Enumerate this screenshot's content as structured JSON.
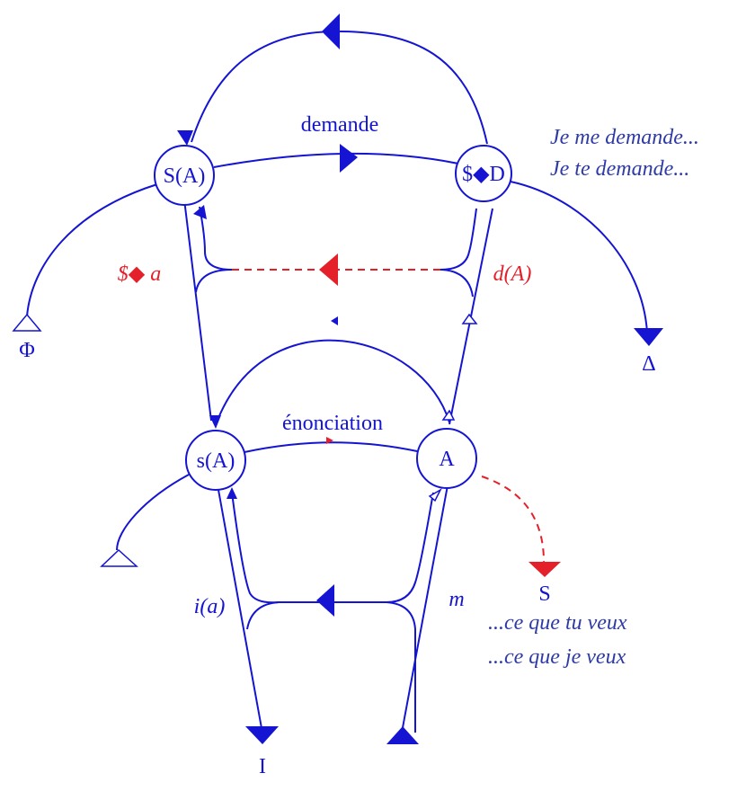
{
  "colors": {
    "blue": "#1414d2",
    "red": "#e4202a",
    "note_blue": "#2e3aa6"
  },
  "nodes": {
    "s_barred_a": "S(A)",
    "s_barred_d": "$◆D",
    "small_s_a": "s(A)",
    "a": "A"
  },
  "labels": {
    "demande": "demande",
    "enonciation": "énonciation",
    "fantasme": "$◆ a",
    "desir": "d(A)",
    "ideal": "i(a)",
    "moi": "m",
    "phi": "Φ",
    "delta": "Δ",
    "i_terminal": "I",
    "s_terminal": "S"
  },
  "notes": {
    "je_me": "Je me demande...",
    "je_te": "Je te demande...",
    "tu_veux": "...ce que tu veux",
    "je_veux": "...ce que je veux"
  }
}
